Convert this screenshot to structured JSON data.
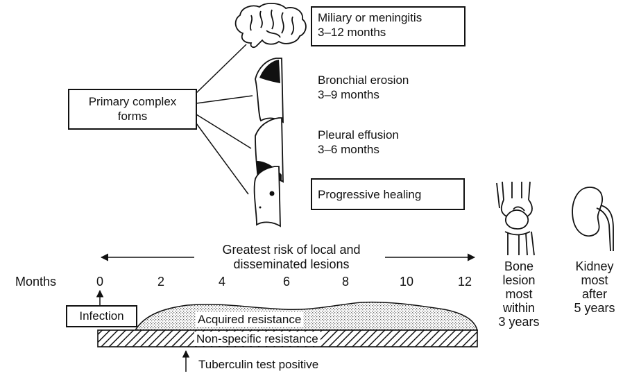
{
  "complications": {
    "miliary": {
      "title": "Miliary or meningitis",
      "time": "3–12 months"
    },
    "bronchial": {
      "title": "Bronchial erosion",
      "time": "3–9 months"
    },
    "pleural": {
      "title": "Pleural effusion",
      "time": "3–6 months"
    },
    "healing": {
      "title": "Progressive healing"
    }
  },
  "primary_complex": {
    "line1": "Primary complex",
    "line2": "forms"
  },
  "risk": {
    "line1": "Greatest risk of local and",
    "line2": "disseminated lesions"
  },
  "timeline": {
    "label": "Months",
    "ticks": [
      "0",
      "2",
      "4",
      "6",
      "8",
      "10",
      "12"
    ]
  },
  "events": {
    "infection": "Infection",
    "tuberculin": "Tuberculin test positive"
  },
  "resistance": {
    "acquired": "Acquired resistance",
    "nonspecific": "Non-specific resistance"
  },
  "late": {
    "bone": [
      "Bone",
      "lesion",
      "most",
      "within",
      "3 years"
    ],
    "kidney": [
      "Kidney",
      "most",
      "after",
      "5 years"
    ]
  }
}
